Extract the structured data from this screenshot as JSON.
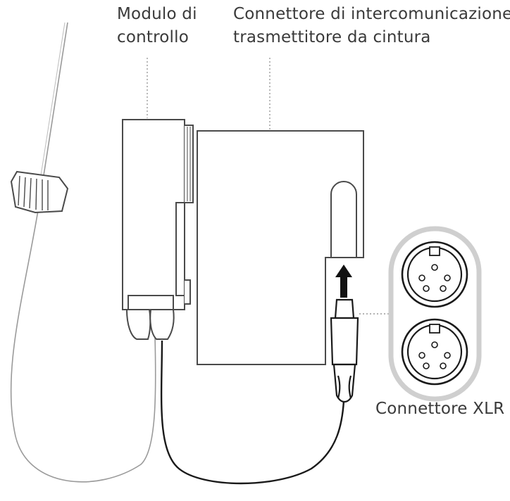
{
  "labels": {
    "control_module_line1": "Modulo di",
    "control_module_line2": "controllo",
    "belt_connector_line1": "Connettore di intercomunicazione",
    "belt_connector_line2": "trasmettitore da cintura",
    "xlr_connector": "Connettore XLR"
  },
  "colors": {
    "outline": "#4a4a4a",
    "cable": "#1a1a1a",
    "leader": "#9a9a9a",
    "inset_border": "#cfcfcf",
    "text": "#3a3a3a"
  },
  "icons": [
    "insert-arrow-icon",
    "xlr-pin-icon"
  ]
}
